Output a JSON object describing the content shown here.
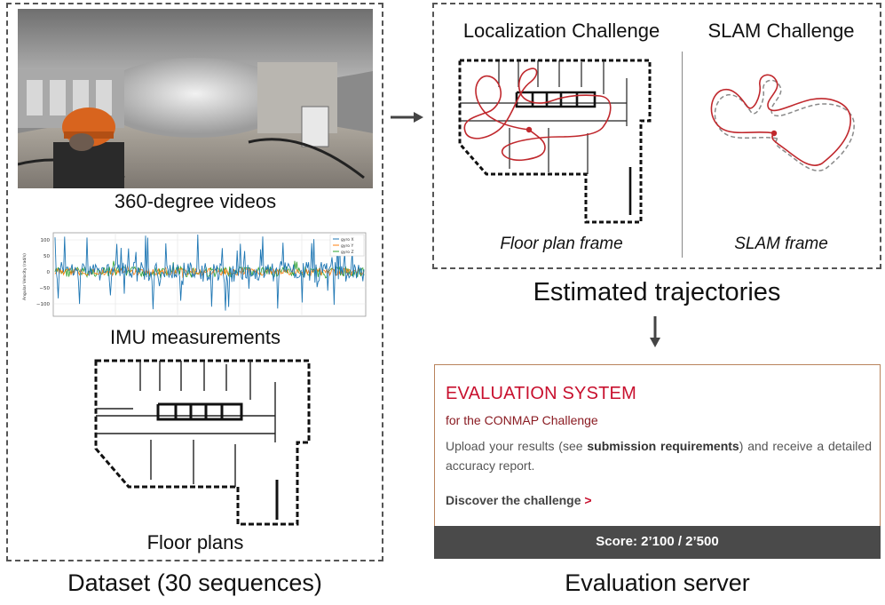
{
  "dataset": {
    "video_caption": "360-degree videos",
    "imu_caption": "IMU measurements",
    "floorplan_caption": "Floor plans",
    "label": "Dataset (30 sequences)"
  },
  "imu_plot": {
    "ylabel": "Angular Velocity (rad/s)",
    "yticks": [
      "100",
      "50",
      "0",
      "−50",
      "−100"
    ],
    "legend": [
      "gyro X",
      "gyro Y",
      "gyro Z"
    ]
  },
  "trajectories": {
    "localization_title": "Localization Challenge",
    "slam_title": "SLAM Challenge",
    "floor_plan_frame": "Floor plan frame",
    "slam_frame": "SLAM frame",
    "label": "Estimated trajectories"
  },
  "evaluation": {
    "title": "EVALUATION SYSTEM",
    "subtitle": "for the CONMAP Challenge",
    "desc_pre": "Upload your results (see ",
    "desc_bold": "submission requirements",
    "desc_post": ") and receive a detailed accuracy report.",
    "discover_label": "Discover the challenge",
    "discover_chevron": ">",
    "score": "Score: 2’100 / 2’500",
    "label": "Evaluation server"
  },
  "colors": {
    "accent_red": "#c8102e",
    "trajectory_red": "#c0282d",
    "gyro_x": "#1f77b4",
    "gyro_y": "#ff7f0e",
    "gyro_z": "#2ca02c",
    "score_bar": "#4a4a4a"
  }
}
